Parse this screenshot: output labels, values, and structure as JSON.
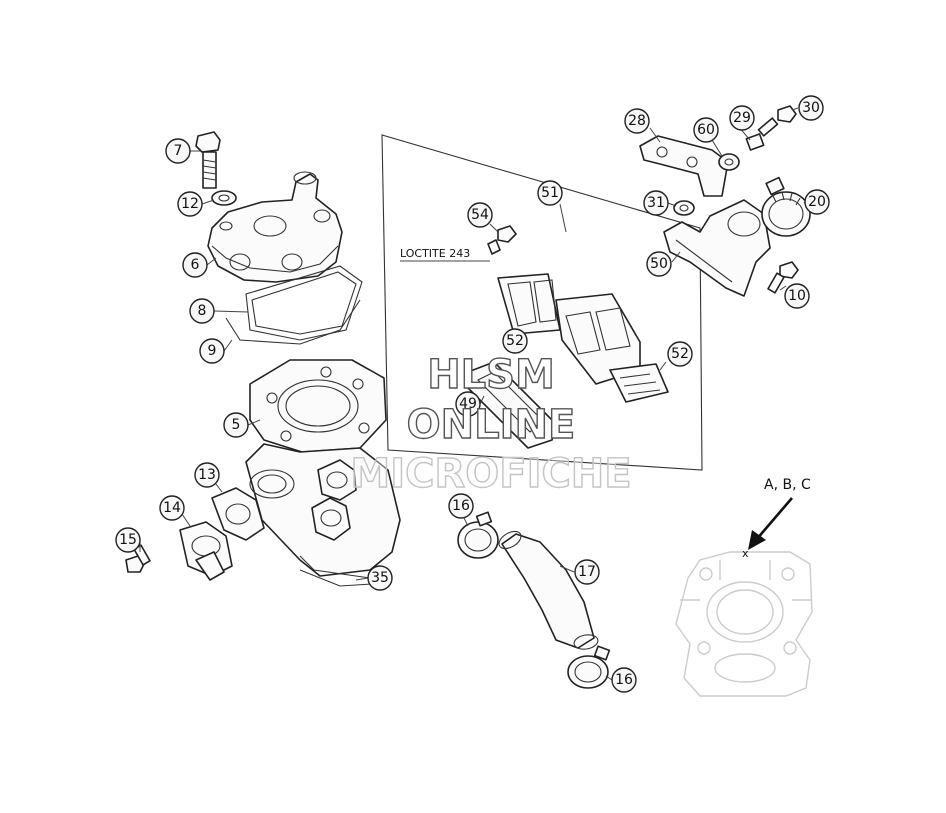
{
  "callouts": [
    {
      "label": "7"
    },
    {
      "label": "12"
    },
    {
      "label": "6"
    },
    {
      "label": "8"
    },
    {
      "label": "9"
    },
    {
      "label": "5"
    },
    {
      "label": "13"
    },
    {
      "label": "14"
    },
    {
      "label": "15"
    },
    {
      "label": "35"
    },
    {
      "label": "51"
    },
    {
      "label": "54"
    },
    {
      "label": "52"
    },
    {
      "label": "52"
    },
    {
      "label": "49"
    },
    {
      "label": "28"
    },
    {
      "label": "60"
    },
    {
      "label": "29"
    },
    {
      "label": "30"
    },
    {
      "label": "31"
    },
    {
      "label": "20"
    },
    {
      "label": "50"
    },
    {
      "label": "10"
    },
    {
      "label": "16"
    },
    {
      "label": "17"
    },
    {
      "label": "16"
    }
  ],
  "note": "LOCTITE 243",
  "view_label": "A, B, C",
  "view_marker": "x",
  "watermark": {
    "line1": "HLSM",
    "line2": "ONLINE",
    "line3": "MICROFICHE"
  }
}
